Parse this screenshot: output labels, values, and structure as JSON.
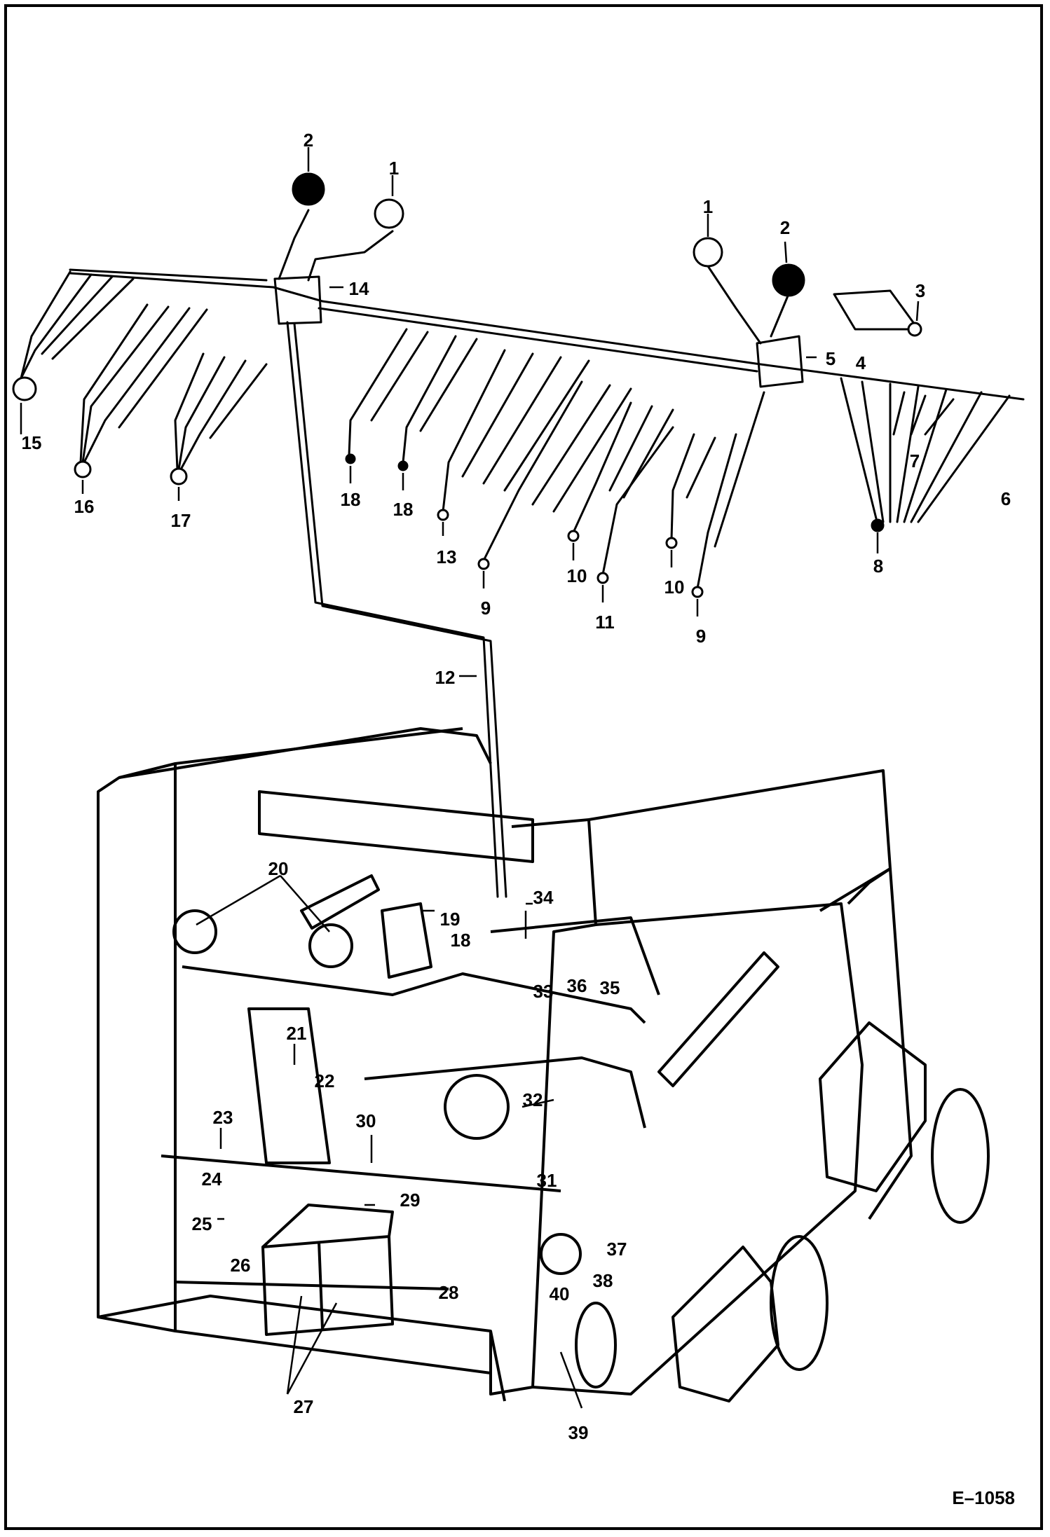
{
  "drawing": {
    "reference": "E–1058",
    "callouts": [
      "1",
      "2",
      "3",
      "4",
      "5",
      "6",
      "7",
      "8",
      "9",
      "10",
      "11",
      "12",
      "13",
      "14",
      "15",
      "16",
      "17",
      "18",
      "19",
      "20",
      "21",
      "22",
      "23",
      "24",
      "25",
      "26",
      "27",
      "28",
      "29",
      "30",
      "31",
      "32",
      "33",
      "34",
      "35",
      "36",
      "37",
      "38",
      "39",
      "40"
    ]
  },
  "colors": {
    "ink": "#000000",
    "paper": "#ffffff"
  }
}
